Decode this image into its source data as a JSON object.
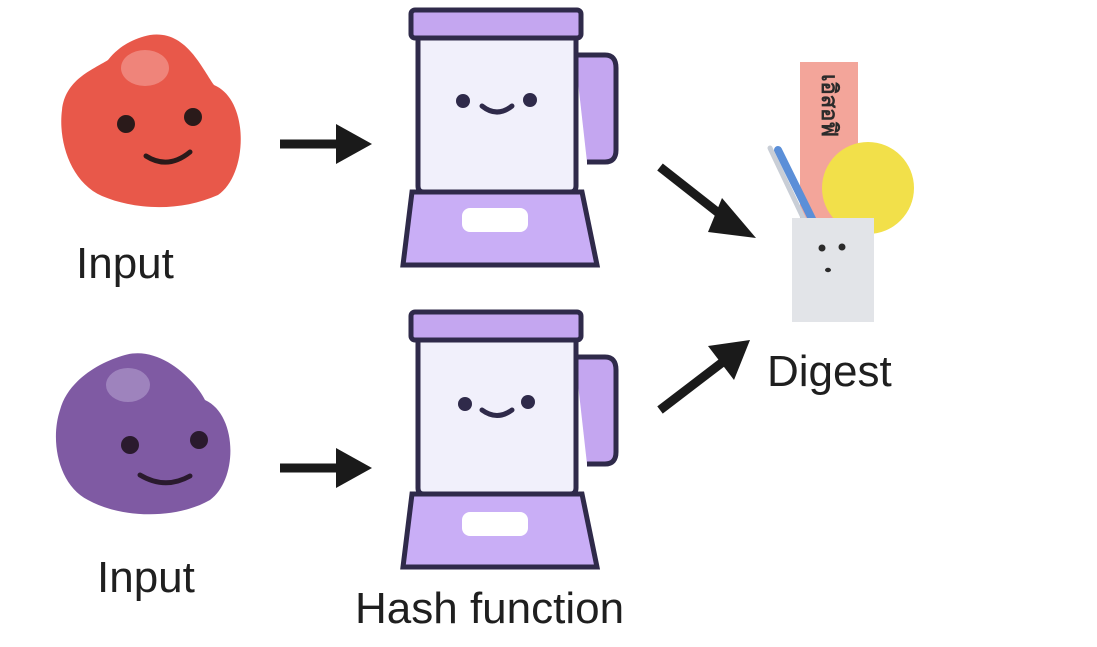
{
  "inputs": [
    {
      "label": "Input",
      "color": "#e8584a",
      "highlight": "#f08a80"
    },
    {
      "label": "Input",
      "color": "#7f5aa3",
      "highlight": "#a287c0"
    }
  ],
  "hash_function": {
    "label": "Hash function",
    "colors": {
      "lid": "#c4a6f0",
      "jar": "#f1f0fb",
      "base": "#c9aef6",
      "outline": "#2f2a4a"
    }
  },
  "digest": {
    "label": "Digest",
    "strip_text": "เอิสอฟิ",
    "colors": {
      "strip": "#f3a59a",
      "ball": "#f2e04a",
      "cup": "#e2e4e8",
      "stick": "#5b8fd8"
    }
  },
  "arrow_color": "#1a1a1a"
}
